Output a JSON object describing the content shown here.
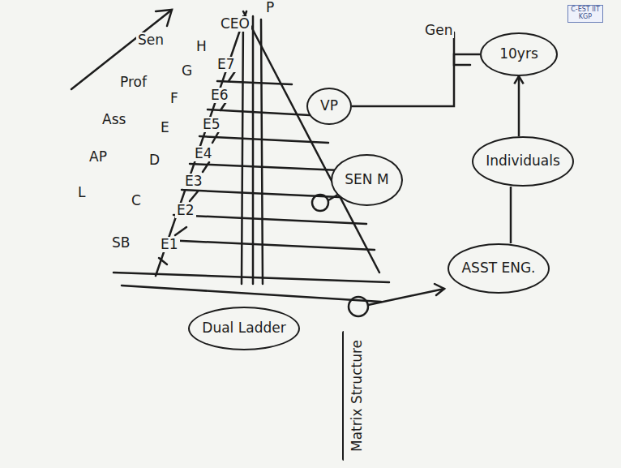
{
  "diagram": {
    "nodes": [
      {
        "text": [
          "VP"
        ]
      },
      {
        "text": [
          "10yrs"
        ]
      },
      {
        "text": [
          "SEN M"
        ]
      },
      {
        "text": [
          "Individuals"
        ]
      },
      {
        "text": [
          "ASST ENG."
        ]
      },
      {
        "text": [
          "Dual Ladder"
        ]
      },
      {
        "text": [
          "Matrix Structure"
        ]
      }
    ],
    "edges": [
      {
        "from": 0,
        "to": 1,
        "arrow": "none"
      },
      {
        "from": 3,
        "to": 1,
        "arrow": "to"
      },
      {
        "from": 4,
        "to": 3,
        "arrow": "none"
      }
    ],
    "labels": [
      "C-EST IIT KGP",
      "Sen",
      "Prof",
      "Ass",
      "AP",
      "L",
      "H",
      "G",
      "F",
      "E",
      "D",
      "C",
      "SB",
      "E7",
      "E6",
      "E5",
      "E4",
      "E3",
      "E2",
      "E1",
      "CEO",
      "P",
      "Gen"
    ]
  }
}
